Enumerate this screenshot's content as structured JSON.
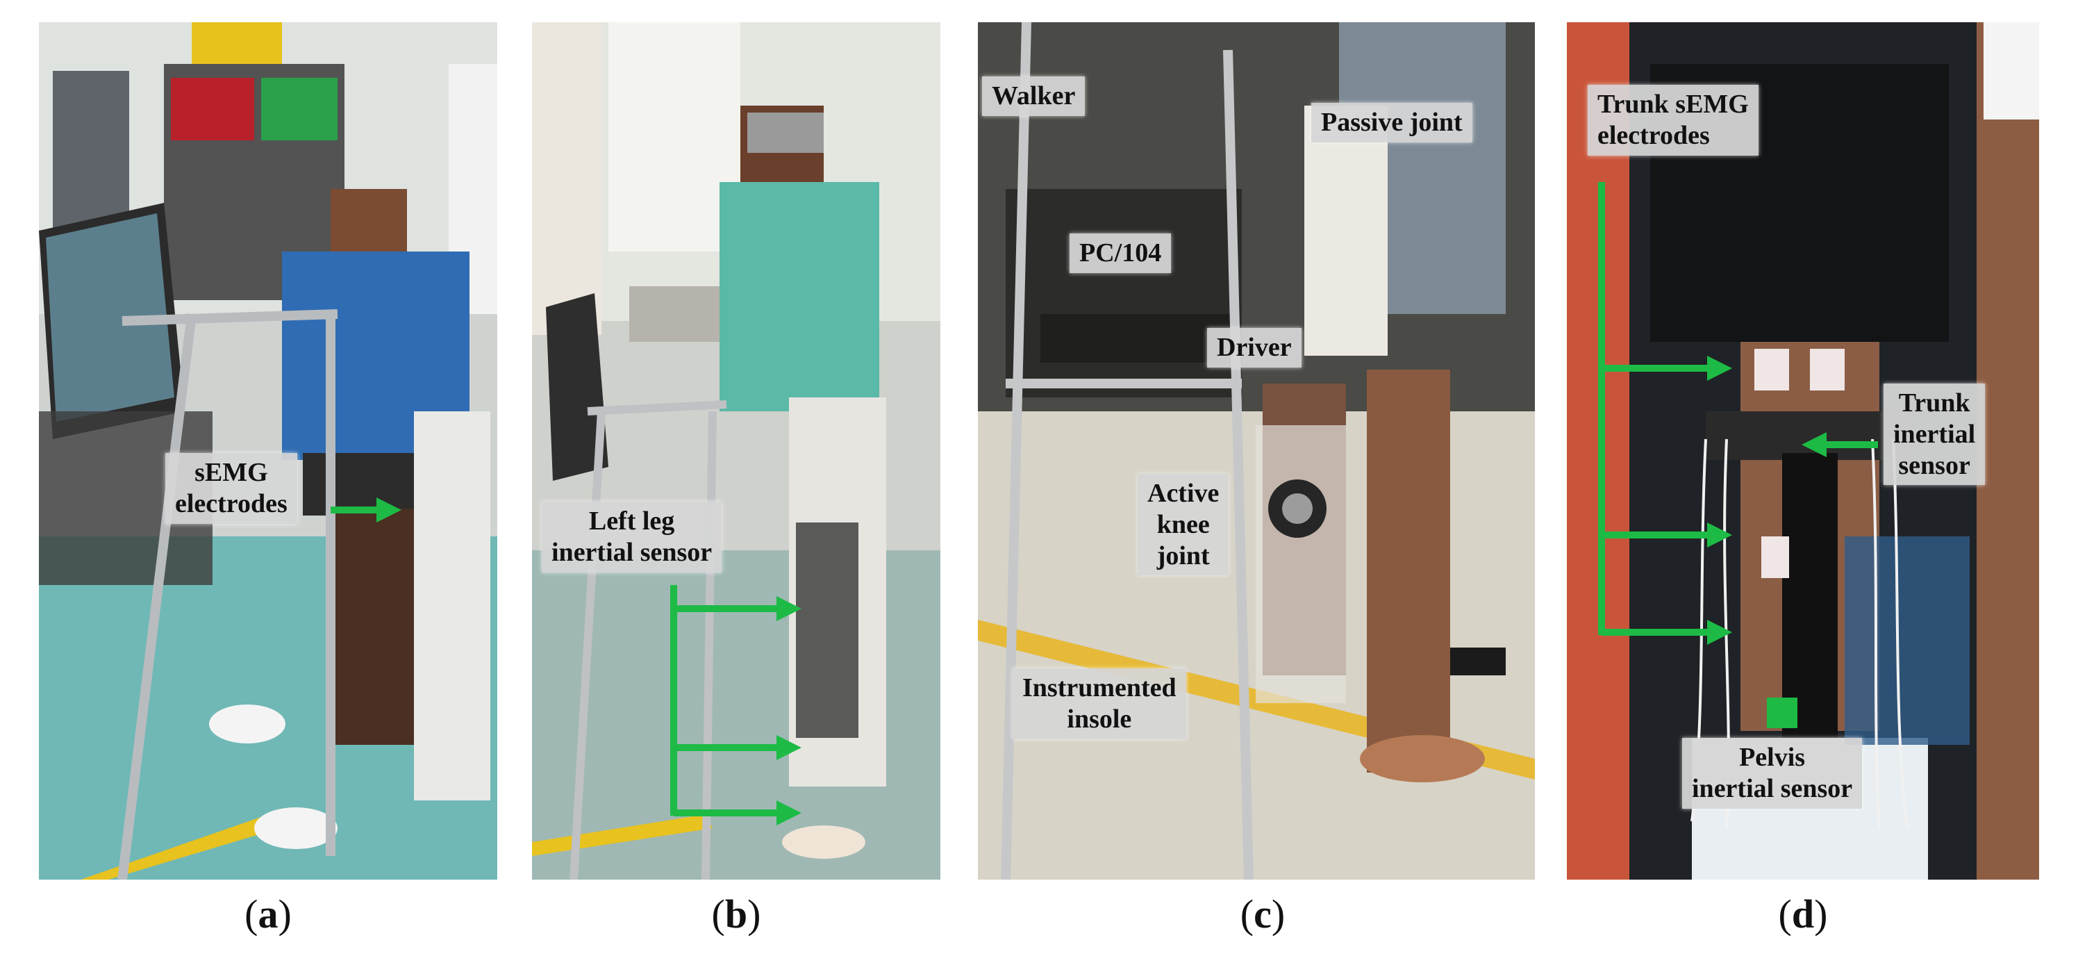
{
  "colors": {
    "annotation_green": "#1dbb45",
    "label_background": "#d6d6d6",
    "floor_teal": "#6fb8b6",
    "yellow_stripe": "#e8c21e"
  },
  "panels": [
    {
      "id": "a",
      "caption_open": "(",
      "caption_letter": "a",
      "caption_close": ")",
      "labels": [
        {
          "lines": [
            "sEMG",
            "electrodes"
          ]
        }
      ]
    },
    {
      "id": "b",
      "caption_open": "(",
      "caption_letter": "b",
      "caption_close": ")",
      "labels": [
        {
          "lines": [
            "Left leg",
            "inertial sensor"
          ]
        }
      ]
    },
    {
      "id": "c",
      "caption_open": "(",
      "caption_letter": "c",
      "caption_close": ")",
      "labels": [
        {
          "lines": [
            "Walker"
          ]
        },
        {
          "lines": [
            "Passive joint"
          ]
        },
        {
          "lines": [
            "PC/104"
          ]
        },
        {
          "lines": [
            "Driver"
          ]
        },
        {
          "lines": [
            "Active",
            "knee",
            "joint"
          ]
        },
        {
          "lines": [
            "Instrumented",
            "insole"
          ]
        }
      ]
    },
    {
      "id": "d",
      "caption_open": "(",
      "caption_letter": "d",
      "caption_close": ")",
      "labels": [
        {
          "lines": [
            "Trunk sEMG",
            "electrodes"
          ]
        },
        {
          "lines": [
            "Trunk",
            "inertial",
            "sensor"
          ]
        },
        {
          "lines": [
            "Pelvis",
            "inertial sensor"
          ]
        }
      ]
    }
  ]
}
